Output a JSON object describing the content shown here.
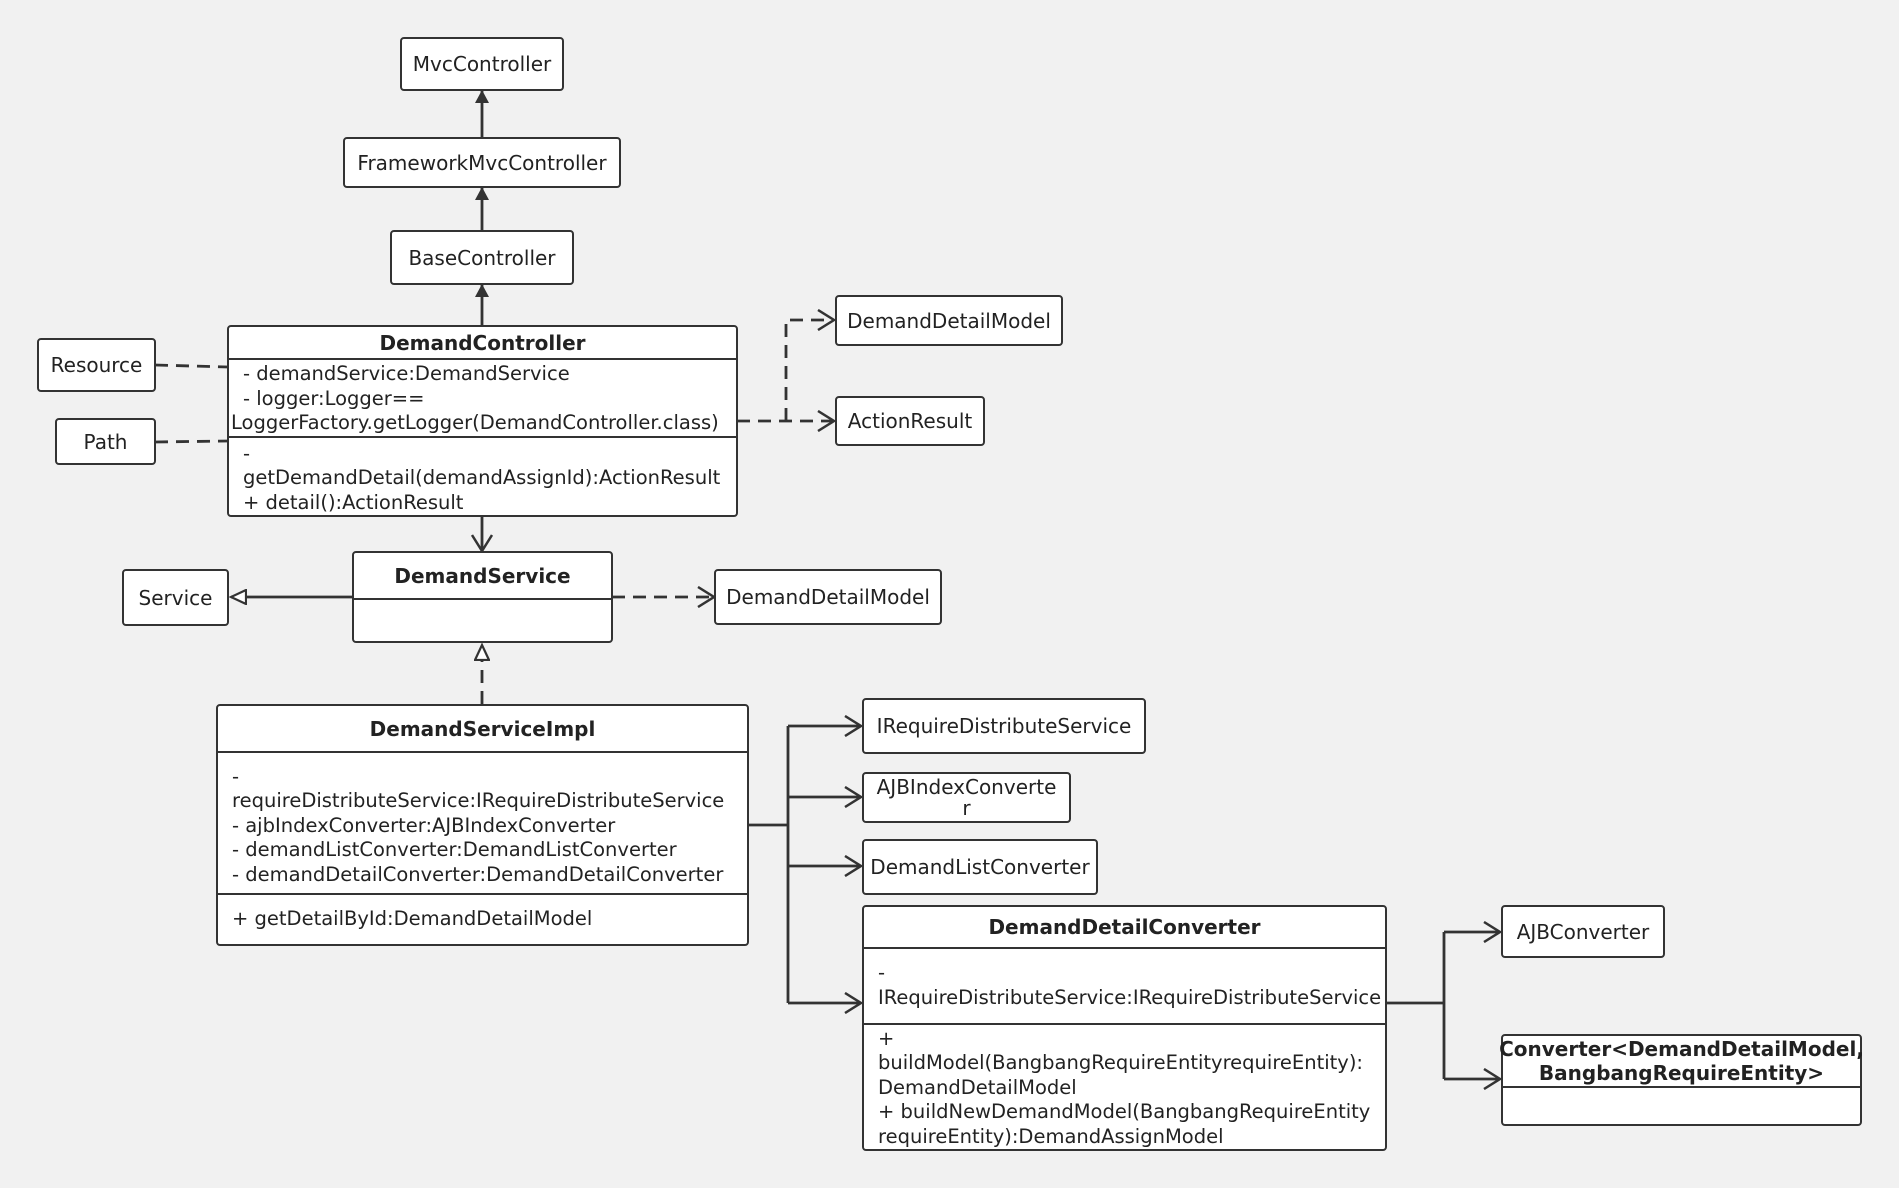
{
  "nodes": {
    "mvc_controller": {
      "label": "MvcController"
    },
    "framework_mvc_controller": {
      "label": "FrameworkMvcController"
    },
    "base_controller": {
      "label": "BaseController"
    },
    "demand_controller": {
      "name": "DemandController",
      "attributes": [
        "- demandService:DemandService",
        "- logger:Logger==",
        "LoggerFactory.getLogger(DemandController.class)"
      ],
      "methods": [
        "- getDemandDetail(demandAssignId):ActionResult",
        "+ detail():ActionResult"
      ]
    },
    "resource": {
      "label": "Resource"
    },
    "path": {
      "label": "Path"
    },
    "demand_detail_model_1": {
      "label": "DemandDetailModel"
    },
    "action_result": {
      "label": "ActionResult"
    },
    "demand_service": {
      "name": "DemandService"
    },
    "service": {
      "label": "Service"
    },
    "demand_detail_model_2": {
      "label": "DemandDetailModel"
    },
    "demand_service_impl": {
      "name": "DemandServiceImpl",
      "attributes": [
        "- requireDistributeService:IRequireDistributeService",
        "- ajbIndexConverter:AJBIndexConverter",
        "- demandListConverter:DemandListConverter",
        "- demandDetailConverter:DemandDetailConverter"
      ],
      "methods": [
        "+ getDetailById:DemandDetailModel"
      ]
    },
    "irequire_distribute_service": {
      "label": "IRequireDistributeService"
    },
    "ajb_index_converter": {
      "label": "AJBIndexConverte\nr"
    },
    "demand_list_converter": {
      "label": "DemandListConverter"
    },
    "demand_detail_converter": {
      "name": "DemandDetailConverter",
      "attributes": [
        "- IRequireDistributeService:IRequireDistributeService"
      ],
      "methods": [
        "+ buildModel(BangbangRequireEntityrequireEntity):",
        "DemandDetailModel",
        "+ buildNewDemandModel(BangbangRequireEntity",
        "requireEntity):DemandAssignModel"
      ]
    },
    "ajb_converter": {
      "label": "AJBConverter"
    },
    "converter_generic": {
      "name": "Converter<DemandDetailModel,\nBangbangRequireEntity>"
    }
  }
}
